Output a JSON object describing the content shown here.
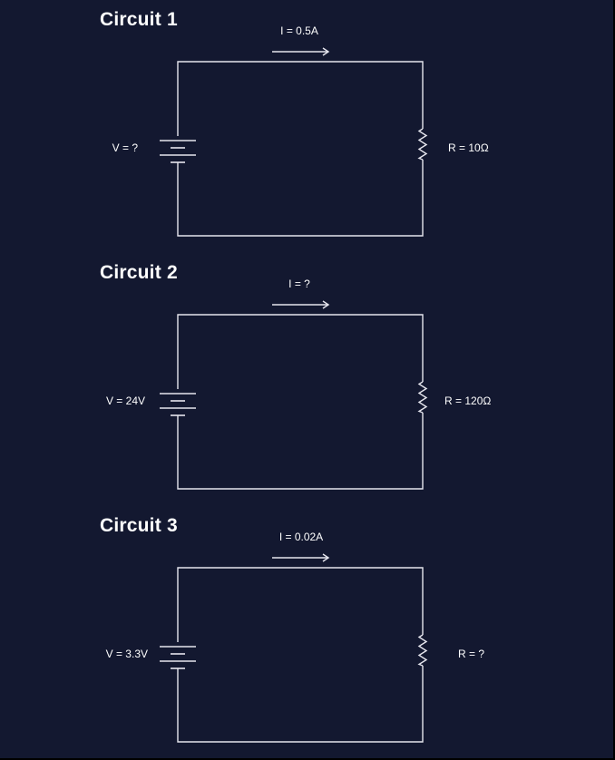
{
  "colors": {
    "background": "#131830",
    "wire": "#e6e6ee",
    "text": "#ffffff"
  },
  "circuits": [
    {
      "title": "Circuit 1",
      "current_label": "I = 0.5A",
      "voltage_label": "V = ?",
      "resistance_label": "R = 10Ω"
    },
    {
      "title": "Circuit 2",
      "current_label": "I = ?",
      "voltage_label": "V = 24V",
      "resistance_label": "R = 120Ω"
    },
    {
      "title": "Circuit 3",
      "current_label": "I = 0.02A",
      "voltage_label": "V = 3.3V",
      "resistance_label": "R = ?"
    }
  ]
}
